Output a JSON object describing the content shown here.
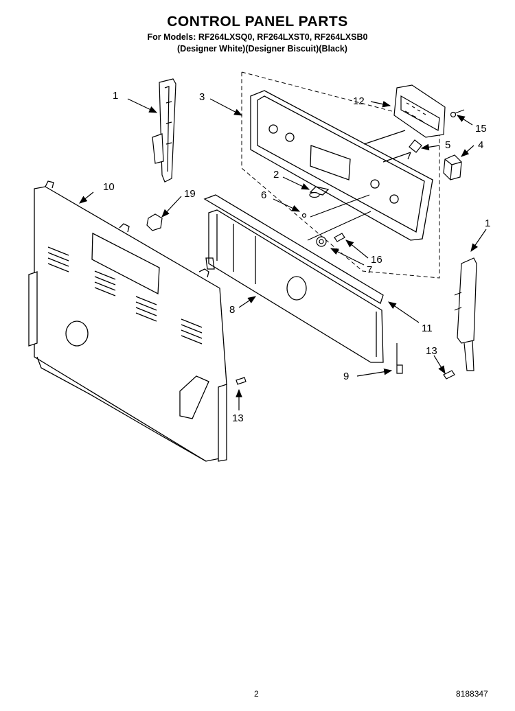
{
  "header": {
    "title": "CONTROL PANEL PARTS",
    "models_line": "For Models: RF264LXSQ0, RF264LXST0, RF264LXSB0",
    "colors_line": "(Designer White)(Designer Biscuit)(Black)"
  },
  "callouts": {
    "c1_left": "1",
    "c1_right": "1",
    "c2": "2",
    "c3": "3",
    "c4": "4",
    "c5": "5",
    "c6": "6",
    "c7": "7",
    "c8": "8",
    "c9": "9",
    "c10": "10",
    "c11": "11",
    "c12": "12",
    "c13_left": "13",
    "c13_right": "13",
    "c15": "15",
    "c16": "16",
    "c19": "19"
  },
  "footer": {
    "page": "2",
    "doc_number": "8188347"
  }
}
